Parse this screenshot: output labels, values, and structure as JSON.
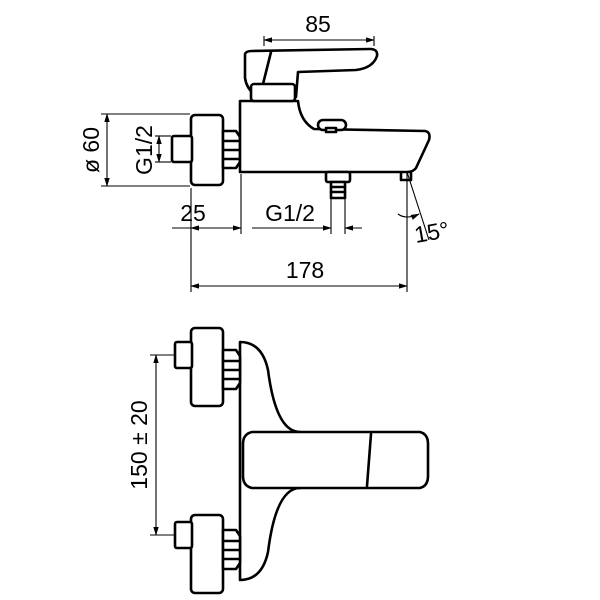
{
  "drawing": {
    "top_view": {
      "width_85": "85",
      "diameter_60": "ø 60",
      "inlet_thread": "G1/2",
      "offset_25": "25",
      "outlet_thread": "G1/2",
      "angle_15": "15°",
      "length_178": "178"
    },
    "front_view": {
      "center_distance": "150 ± 20"
    }
  }
}
